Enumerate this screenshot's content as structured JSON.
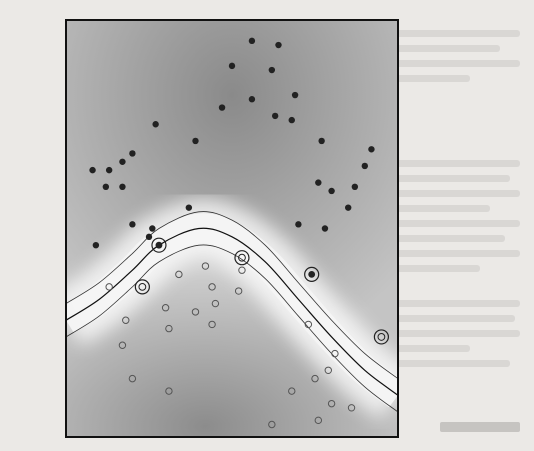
{
  "figure": {
    "description_kind": "support-vector-classifier",
    "colors": {
      "frame": "#111111",
      "positive_fill": "#222222",
      "negative_stroke": "#555555",
      "support_ring": "#222222",
      "boundary": "#111111",
      "margin_band": "#ffffff",
      "shade_dark": "#8e8e8e",
      "shade_light": "#ffffff"
    },
    "icons": {
      "positive": "filled-circle",
      "negative": "open-circle",
      "support_vector": "double-ring-circle"
    },
    "x_range": [
      0,
      100
    ],
    "y_range": [
      0,
      100
    ],
    "boundary_curve": [
      [
        0,
        28
      ],
      [
        10,
        33
      ],
      [
        20,
        40
      ],
      [
        28,
        46
      ],
      [
        40,
        50
      ],
      [
        50,
        48
      ],
      [
        60,
        42
      ],
      [
        70,
        33
      ],
      [
        80,
        24
      ],
      [
        90,
        16
      ],
      [
        100,
        10
      ]
    ],
    "margin_offset": 4,
    "positive_points": [
      [
        56,
        95
      ],
      [
        64,
        94
      ],
      [
        50,
        89
      ],
      [
        62,
        88
      ],
      [
        69,
        82
      ],
      [
        56,
        81
      ],
      [
        47,
        79
      ],
      [
        63,
        77
      ],
      [
        68,
        76
      ],
      [
        27,
        75
      ],
      [
        39,
        71
      ],
      [
        20,
        68
      ],
      [
        13,
        64
      ],
      [
        17,
        66
      ],
      [
        92,
        69
      ],
      [
        8,
        64
      ],
      [
        77,
        71
      ],
      [
        90,
        65
      ],
      [
        12,
        60
      ],
      [
        17,
        60
      ],
      [
        76,
        61
      ],
      [
        87,
        60
      ],
      [
        80,
        59
      ],
      [
        26,
        50
      ],
      [
        37,
        55
      ],
      [
        25,
        48
      ],
      [
        9,
        46
      ],
      [
        85,
        55
      ],
      [
        78,
        50
      ],
      [
        70,
        51
      ],
      [
        20,
        51
      ]
    ],
    "negative_points": [
      [
        42,
        41
      ],
      [
        53,
        40
      ],
      [
        34,
        39
      ],
      [
        44,
        36
      ],
      [
        13,
        36
      ],
      [
        52,
        35
      ],
      [
        45,
        32
      ],
      [
        30,
        31
      ],
      [
        39,
        30
      ],
      [
        44,
        27
      ],
      [
        31,
        26
      ],
      [
        73,
        27
      ],
      [
        18,
        28
      ],
      [
        17,
        22
      ],
      [
        81,
        20
      ],
      [
        79,
        16
      ],
      [
        75,
        14
      ],
      [
        20,
        14
      ],
      [
        31,
        11
      ],
      [
        68,
        11
      ],
      [
        86,
        7
      ],
      [
        80,
        8
      ],
      [
        76,
        4
      ],
      [
        62,
        3
      ]
    ],
    "support_vectors_positive": [
      [
        28,
        46
      ],
      [
        74,
        39
      ]
    ],
    "support_vectors_negative": [
      [
        53,
        43
      ],
      [
        23,
        36
      ],
      [
        95,
        24
      ]
    ]
  }
}
